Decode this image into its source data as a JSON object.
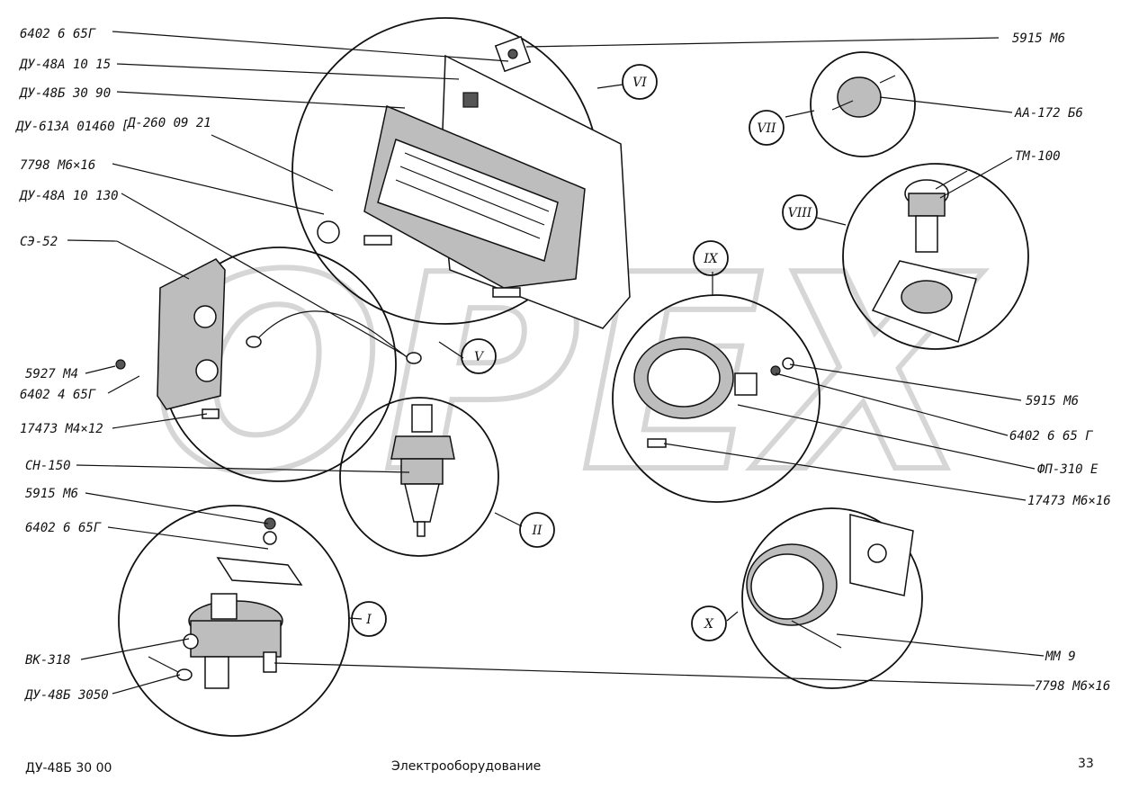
{
  "labels_left": {
    "l1": "6402 6 65Г",
    "l2": "ДУ-48А 10 15",
    "l3": "ДУ-48Б 30 90",
    "l4a": "ДУ-613А 01460",
    "l4b": "Д-260 09 21",
    "l5": "7798 М6×16",
    "l6": "ДУ-48А 10 130",
    "l7": "СЭ-52",
    "l8": "5927 М4",
    "l9": "6402 4 65Г",
    "l10": "17473 М4×12",
    "l11": "СН-150",
    "l12": "5915 М6",
    "l13": "6402 6 65Г",
    "l14": "ВК-318",
    "l15": "ДУ-48Б 3050"
  },
  "labels_right": {
    "r1": "5915 М6",
    "r2": "АА-172 Б6",
    "r3": "ТМ-100",
    "r4": "5915 М6",
    "r5": "6402 6 65 Г",
    "r6": "ФП-310 Е",
    "r7": "17473 М6×16",
    "r8": "ММ 9",
    "r9": "7798 М6×16"
  },
  "callouts": {
    "c1": "I",
    "c2": "II",
    "c5": "V",
    "c6": "VI",
    "c7": "VII",
    "c8": "VIII",
    "c9": "IX",
    "c10": "X"
  },
  "footer": {
    "code": "ДУ-48Б 30 00",
    "title": "Электрооборудование",
    "page": "33"
  },
  "watermark": "OPEX"
}
